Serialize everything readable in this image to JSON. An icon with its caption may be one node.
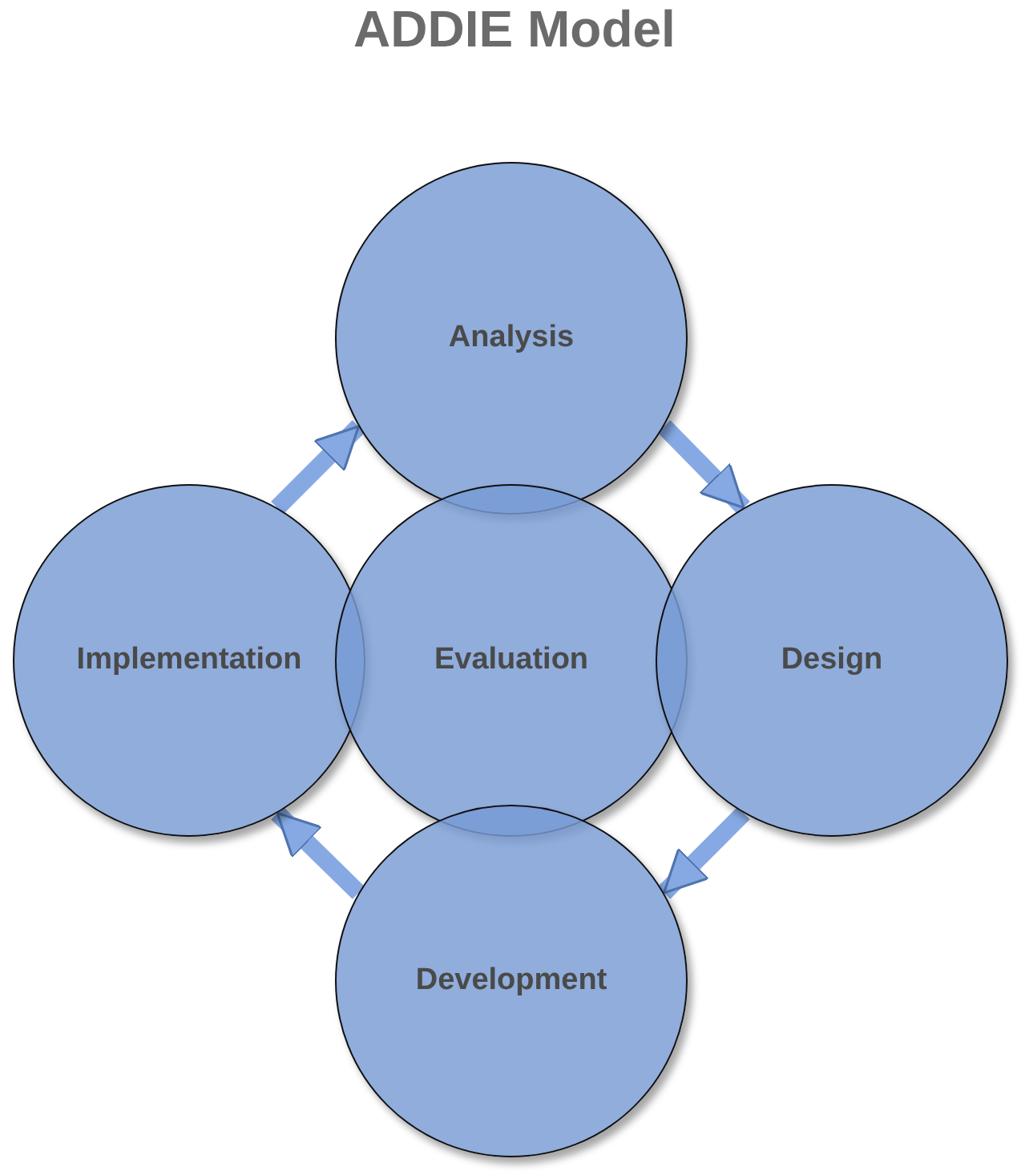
{
  "diagram": {
    "title": "ADDIE Model",
    "nodes": [
      {
        "text": [
          "Analysis"
        ]
      },
      {
        "text": [
          "Implementation"
        ]
      },
      {
        "text": [
          "Evaluation"
        ]
      },
      {
        "text": [
          "Design"
        ]
      },
      {
        "text": [
          "Development"
        ]
      }
    ],
    "edges": [
      {
        "from": 1,
        "to": 0,
        "arrow": "to"
      },
      {
        "from": 0,
        "to": 3,
        "arrow": "to"
      },
      {
        "from": 3,
        "to": 4,
        "arrow": "to"
      },
      {
        "from": 4,
        "to": 1,
        "arrow": "to"
      }
    ]
  }
}
